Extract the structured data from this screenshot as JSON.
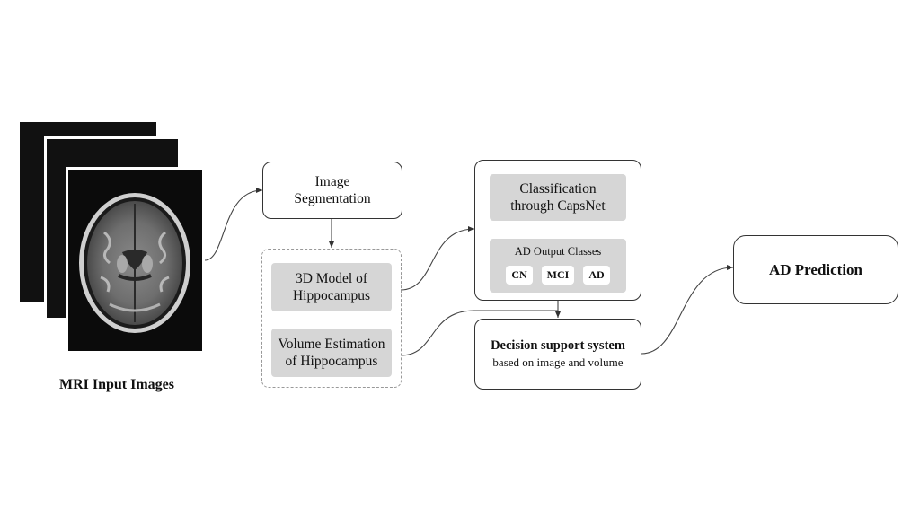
{
  "mri": {
    "caption": "MRI Input Images"
  },
  "segmentation": {
    "line1": "Image",
    "line2": "Segmentation"
  },
  "model3d": {
    "line1": "3D Model of",
    "line2": "Hippocampus"
  },
  "volume": {
    "line1": "Volume Estimation",
    "line2": "of Hippocampus"
  },
  "classification": {
    "line1": "Classification",
    "line2": "through CapsNet"
  },
  "ad_output": {
    "title": "AD Output Classes",
    "classes": [
      "CN",
      "MCI",
      "AD"
    ]
  },
  "decision": {
    "title": "Decision support system",
    "subtitle": "based on image and volume"
  },
  "prediction": {
    "label": "AD Prediction"
  }
}
